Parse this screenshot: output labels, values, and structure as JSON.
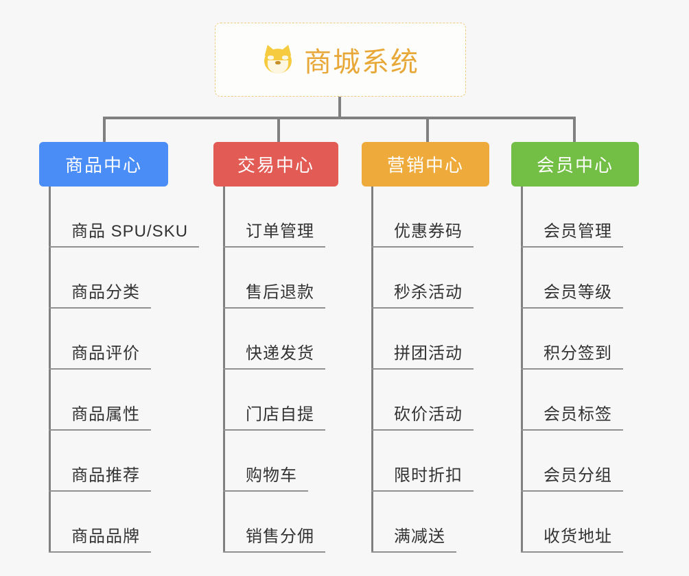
{
  "page": {
    "background_color": "#f7f7f7",
    "connector_color": "#808080"
  },
  "root": {
    "title": "商城系统",
    "icon": "shiba-dog-face-emoji",
    "emoji": "🐕",
    "text_color": "#e8a838",
    "border_color": "#efc97e",
    "background_color": "#fdfdfc"
  },
  "branches": [
    {
      "title": "商品中心",
      "color": "#4a8df6",
      "items": [
        "商品 SPU/SKU",
        "商品分类",
        "商品评价",
        "商品属性",
        "商品推荐",
        "商品品牌"
      ]
    },
    {
      "title": "交易中心",
      "color": "#e25c55",
      "items": [
        "订单管理",
        "售后退款",
        "快递发货",
        "门店自提",
        "购物车",
        "销售分佣"
      ]
    },
    {
      "title": "营销中心",
      "color": "#eeab3b",
      "items": [
        "优惠券码",
        "秒杀活动",
        "拼团活动",
        "砍价活动",
        "限时折扣",
        "满减送"
      ]
    },
    {
      "title": "会员中心",
      "color": "#73bf45",
      "items": [
        "会员管理",
        "会员等级",
        "积分签到",
        "会员标签",
        "会员分组",
        "收货地址"
      ]
    }
  ]
}
